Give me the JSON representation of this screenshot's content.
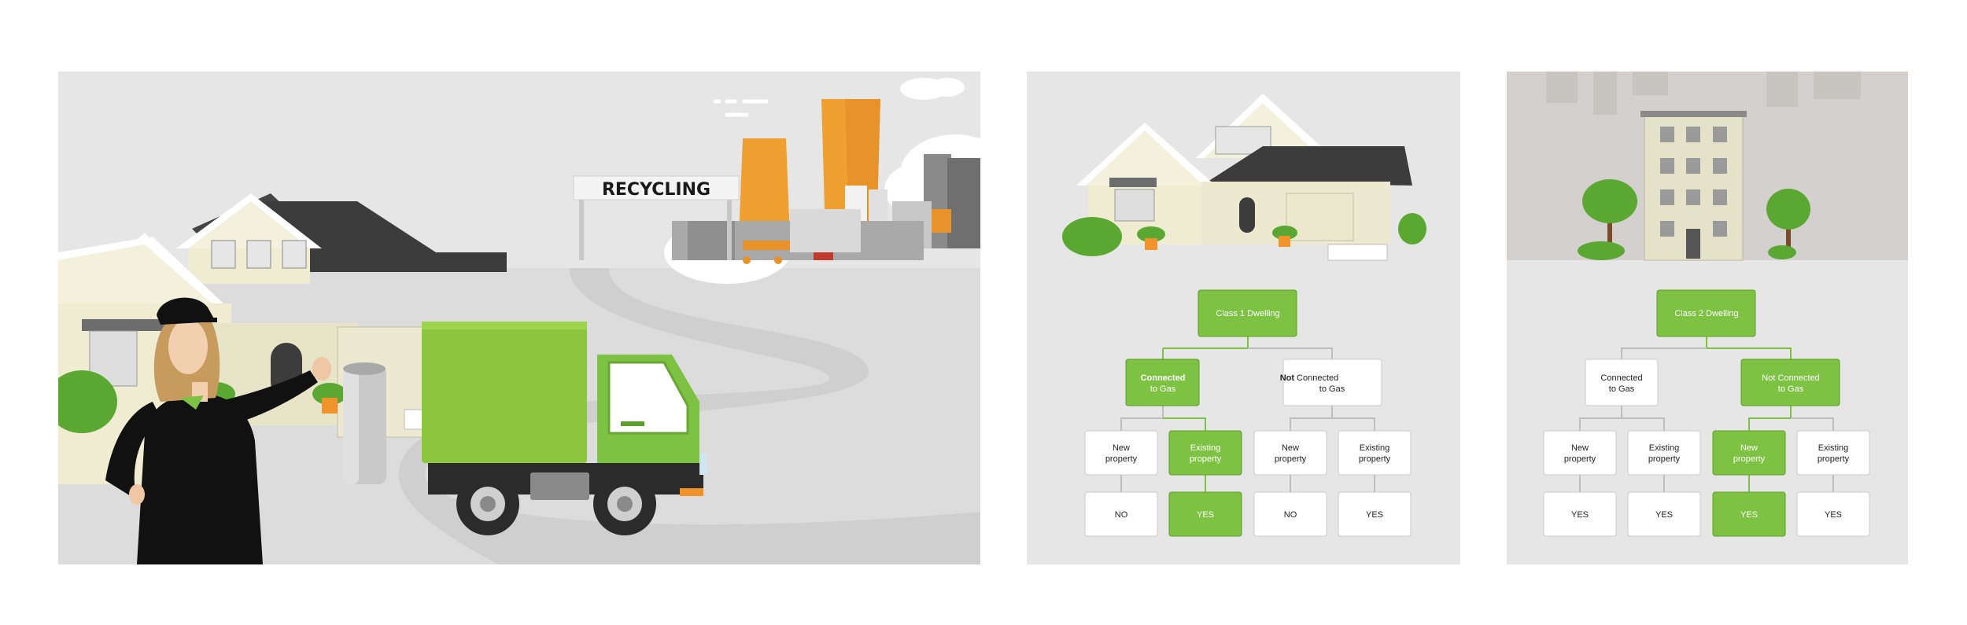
{
  "scene": {
    "sign_label": "RECYCLING"
  },
  "class1": {
    "root": "Class 1 Dwelling",
    "left_branch": {
      "bold": "Connected",
      "rest": "to Gas"
    },
    "right_branch": {
      "bold": "Not",
      "rest": "Connected",
      "line2": "to Gas"
    },
    "leaves": [
      {
        "line1": "New",
        "line2": "property",
        "answer": "NO",
        "highlight": false
      },
      {
        "line1": "Existing",
        "line2": "property",
        "answer": "YES",
        "highlight": true
      },
      {
        "line1": "New",
        "line2": "property",
        "answer": "NO",
        "highlight": false
      },
      {
        "line1": "Existing",
        "line2": "property",
        "answer": "YES",
        "highlight": false
      }
    ]
  },
  "class2": {
    "root": "Class 2 Dwelling",
    "left_branch": {
      "line1": "Connected",
      "line2": "to Gas"
    },
    "right_branch": {
      "line1": "Not Connected",
      "line2": "to Gas"
    },
    "leaves": [
      {
        "line1": "New",
        "line2": "property",
        "answer": "YES",
        "highlight": false
      },
      {
        "line1": "Existing",
        "line2": "property",
        "answer": "YES",
        "highlight": false
      },
      {
        "line1": "New",
        "line2": "property",
        "answer": "YES",
        "highlight": true
      },
      {
        "line1": "Existing",
        "line2": "property",
        "answer": "YES",
        "highlight": false
      }
    ]
  },
  "colors": {
    "green": "#7dc242",
    "green_dark": "#5e9e2a",
    "panel_bg": "#e6e6e6",
    "node_border": "#c9c9c9",
    "connector_gray": "#bdbdbd"
  }
}
